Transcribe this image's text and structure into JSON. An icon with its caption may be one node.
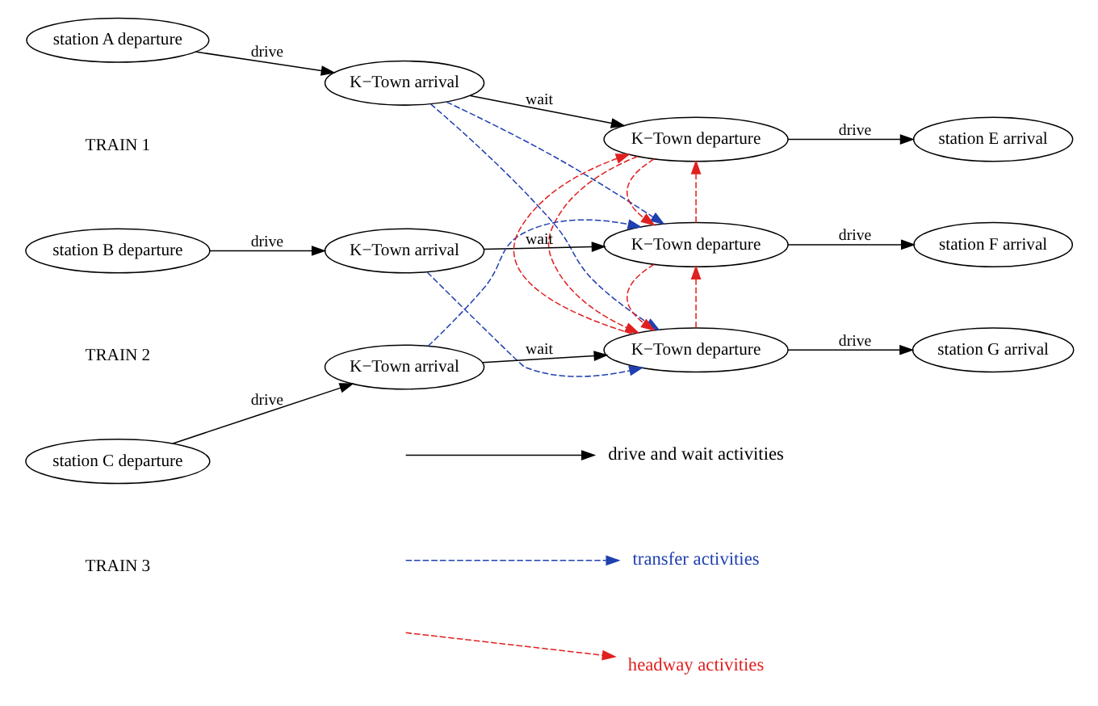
{
  "diagram": {
    "nodes": [
      {
        "text": [
          "station A departure"
        ]
      },
      {
        "text": [
          "K−Town arrival"
        ]
      },
      {
        "text": [
          "K−Town departure"
        ]
      },
      {
        "text": [
          "station E arrival"
        ]
      },
      {
        "text": [
          "station B departure"
        ]
      },
      {
        "text": [
          "K−Town arrival"
        ]
      },
      {
        "text": [
          "K−Town departure"
        ]
      },
      {
        "text": [
          "station F arrival"
        ]
      },
      {
        "text": [
          "station C departure"
        ]
      },
      {
        "text": [
          "K−Town arrival"
        ]
      },
      {
        "text": [
          "K−Town departure"
        ]
      },
      {
        "text": [
          "station G arrival"
        ]
      }
    ],
    "edges": [
      {
        "from": 0,
        "to": 1,
        "arrow": "to",
        "label": "drive"
      },
      {
        "from": 1,
        "to": 2,
        "arrow": "to",
        "label": "wait"
      },
      {
        "from": 2,
        "to": 3,
        "arrow": "to",
        "label": "drive"
      },
      {
        "from": 4,
        "to": 5,
        "arrow": "to",
        "label": "drive"
      },
      {
        "from": 5,
        "to": 6,
        "arrow": "to",
        "label": "wait"
      },
      {
        "from": 6,
        "to": 7,
        "arrow": "to",
        "label": "drive"
      },
      {
        "from": 8,
        "to": 9,
        "arrow": "to",
        "label": "drive"
      },
      {
        "from": 9,
        "to": 10,
        "arrow": "to",
        "label": "wait"
      },
      {
        "from": 10,
        "to": 11,
        "arrow": "to",
        "label": "drive"
      },
      {
        "from": 1,
        "to": 6,
        "arrow": "to",
        "style": "dashed",
        "color": "#2040b0"
      },
      {
        "from": 1,
        "to": 10,
        "arrow": "to",
        "style": "dashed",
        "color": "#2040b0"
      },
      {
        "from": 5,
        "to": 10,
        "arrow": "to",
        "style": "dashed",
        "color": "#2040b0"
      },
      {
        "from": 9,
        "to": 6,
        "arrow": "to",
        "style": "dashed",
        "color": "#2040b0"
      },
      {
        "from": 6,
        "to": 2,
        "arrow": "to",
        "style": "dashed",
        "color": "#e02020"
      },
      {
        "from": 2,
        "to": 6,
        "arrow": "to",
        "style": "dashed",
        "color": "#e02020"
      },
      {
        "from": 10,
        "to": 6,
        "arrow": "to",
        "style": "dashed",
        "color": "#e02020"
      },
      {
        "from": 6,
        "to": 10,
        "arrow": "to",
        "style": "dashed",
        "color": "#e02020"
      },
      {
        "from": 2,
        "to": 10,
        "arrow": "to",
        "style": "dashed",
        "color": "#e02020"
      },
      {
        "from": 10,
        "to": 2,
        "arrow": "to",
        "style": "dashed",
        "color": "#e02020"
      }
    ],
    "labels": [
      "TRAIN 1",
      "TRAIN 2",
      "TRAIN 3"
    ],
    "legend": [
      {
        "text": "drive and wait activities"
      },
      {
        "text": "transfer activities"
      },
      {
        "text": "headway activities"
      }
    ]
  }
}
